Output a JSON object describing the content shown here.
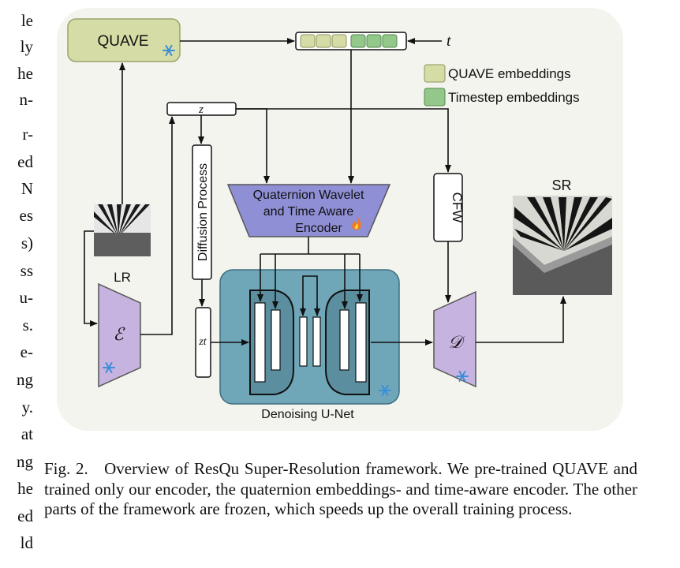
{
  "left_column_fragments": [
    "le",
    "ly",
    "he",
    "n-",
    "r-",
    "ed",
    "N",
    "es",
    "s)",
    "ss",
    "u-",
    "s.",
    "e-",
    "ng",
    "y.",
    "at",
    "ng",
    "he",
    "ed",
    "ld"
  ],
  "figure": {
    "quave_label": "QUAVE",
    "t_label": "t",
    "legend": {
      "quave_embeddings": "QUAVE embeddings",
      "timestep_embeddings": "Timestep embeddings"
    },
    "z_label": "z",
    "diffusion_process": "Diffusion Process",
    "encoder_label_line1": "Quaternion Wavelet",
    "encoder_label_line2": "and Time Aware",
    "encoder_label_line3": "Encoder",
    "cfw_label": "CFW",
    "sr_label": "SR",
    "lr_label": "LR",
    "encoder_symbol": "ℰ",
    "decoder_symbol": "𝒟",
    "zt_label": "zt",
    "unet_label": "Denoising U-Net"
  },
  "caption": {
    "prefix": "Fig. 2.",
    "text": "Overview of ResQu Super-Resolution framework. We pre-trained QUAVE and trained only our encoder, the quaternion embeddings- and time-aware encoder. The other parts of the framework are frozen, which speeds up the overall training process."
  },
  "colors": {
    "quave_fill": "#d6dca6",
    "timestep_fill": "#93c88a",
    "encoder_fill": "#8f8fd6",
    "vae_fill": "#c6b3df",
    "unet_fill": "#6fa6b8",
    "snowflake": "#3b8fd9"
  }
}
